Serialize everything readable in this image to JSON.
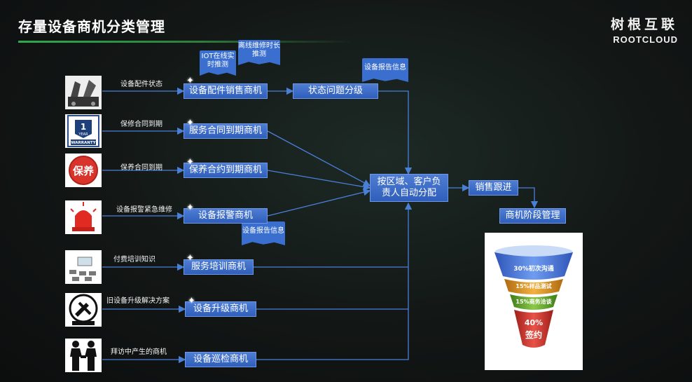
{
  "title": "存量设备商机分类管理",
  "logo": {
    "cn": "树根互联",
    "en": "ROOTCLOUD"
  },
  "sources": [
    {
      "label": "设备配件状态",
      "icon": "machinery-icon"
    },
    {
      "label": "保修合同到期",
      "icon": "warranty-badge-icon",
      "badge_top": "1",
      "badge_mid": "YEAR",
      "badge_bottom": "WARRANTY"
    },
    {
      "label": "保养合同到期",
      "icon": "maintenance-seal-icon",
      "badge": "保养"
    },
    {
      "label": "设备报警紧急维修",
      "icon": "alarm-light-icon"
    },
    {
      "label": "付费培训知识",
      "icon": "training-room-icon"
    },
    {
      "label": "旧设备升级解决方案",
      "icon": "upgrade-tools-icon"
    },
    {
      "label": "拜访中产生的商机",
      "icon": "handshake-icon"
    }
  ],
  "opportunities": [
    "设备配件销售商机",
    "服务合同到期商机",
    "保养合约到期商机",
    "设备报警商机",
    "服务培训商机",
    "设备升级商机",
    "设备巡检商机"
  ],
  "grading": "状态问题分级",
  "assign": "按区域、客户负责人自动分配",
  "follow": "销售跟进",
  "stage": "商机阶段管理",
  "notes": {
    "iot": "IOT在线实时推测",
    "offline": "离线维修时长推测",
    "report_top": "设备报告信息",
    "report_bottom": "设备报告信息"
  },
  "funnel": [
    {
      "percent": "30%",
      "label": "初次沟通",
      "color": "#3f6fd6"
    },
    {
      "percent": "15%",
      "label": "样品测试",
      "color": "#d98a1e"
    },
    {
      "percent": "15%",
      "label": "商务洽谈",
      "color": "#5a9e2a"
    },
    {
      "percent": "40%",
      "label": "签约",
      "color": "#c9332b"
    }
  ]
}
